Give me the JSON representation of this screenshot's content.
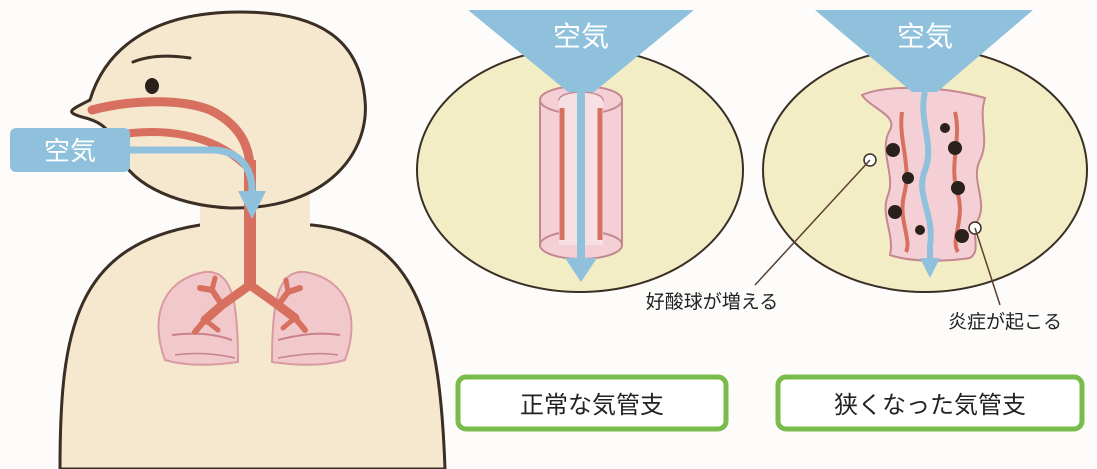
{
  "figure": {
    "person_air_label": "空気",
    "normal_air_label": "空気",
    "narrow_air_label": "空気",
    "eosinophil_label": "好酸球が増える",
    "inflammation_label": "炎症が起こる",
    "normal_caption": "正常な気管支",
    "narrow_caption": "狭くなった気管支"
  },
  "colors": {
    "skin": "#f6e7cf",
    "outline": "#3a2e25",
    "airway": "#d8705f",
    "air_blue": "#8fc1dd",
    "lung_pink": "#f1c9cd",
    "circle_fill": "#f3edc6",
    "tube_pink": "#f4d0d6",
    "caption_border": "#78bc4c"
  }
}
